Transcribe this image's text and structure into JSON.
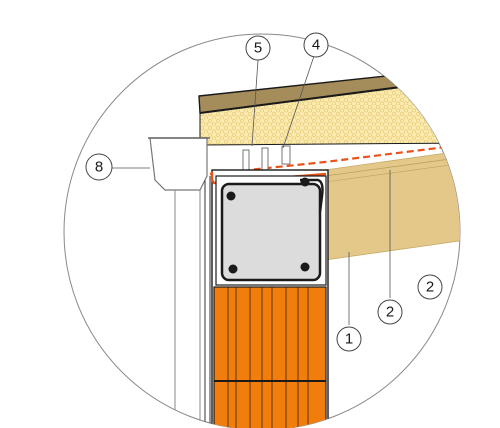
{
  "callouts": [
    {
      "id": "c1",
      "label": "1"
    },
    {
      "id": "c2a",
      "label": "2"
    },
    {
      "id": "c2b",
      "label": "2"
    },
    {
      "id": "c4",
      "label": "4"
    },
    {
      "id": "c5",
      "label": "5"
    },
    {
      "id": "c8",
      "label": "8"
    }
  ],
  "colors": {
    "brick": "#f07d0c",
    "insulation_tan": "#e3c889",
    "roof_board": "#a48d5a",
    "foam_layer": "#fbeab0",
    "concrete": "#dcdcdc",
    "membrane_dash": "#e8531c",
    "rebar": "#1a1a1a",
    "outline": "#1a1a1a"
  }
}
